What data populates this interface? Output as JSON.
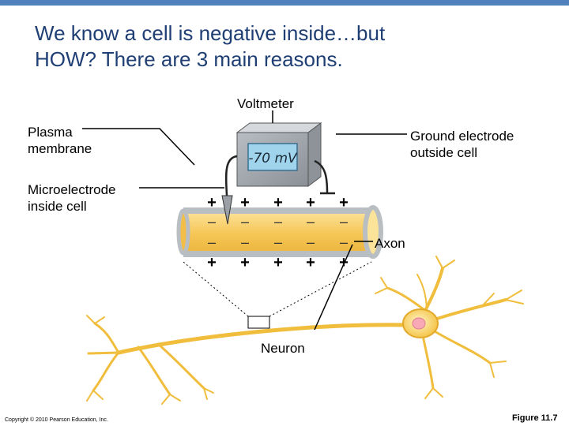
{
  "slide": {
    "title_line1": "We know a cell is negative inside…but",
    "title_line2": "HOW? There are 3 main reasons.",
    "accent_color": "#4f81bd",
    "title_color": "#1f3f74"
  },
  "diagram": {
    "labels": {
      "voltmeter": "Voltmeter",
      "plasma_membrane_1": "Plasma",
      "plasma_membrane_2": "membrane",
      "ground_electrode_1": "Ground electrode",
      "ground_electrode_2": "outside cell",
      "microelectrode_1": "Microelectrode",
      "microelectrode_2": "inside cell",
      "axon": "Axon",
      "neuron": "Neuron"
    },
    "voltmeter_display": "-70 mV",
    "outside_charge": "+",
    "inside_charge": "–",
    "neuron_color": "#f5c445"
  },
  "footer": {
    "copyright": "Copyright © 2010 Pearson Education, Inc.",
    "figure_number": "Figure 11.7"
  }
}
